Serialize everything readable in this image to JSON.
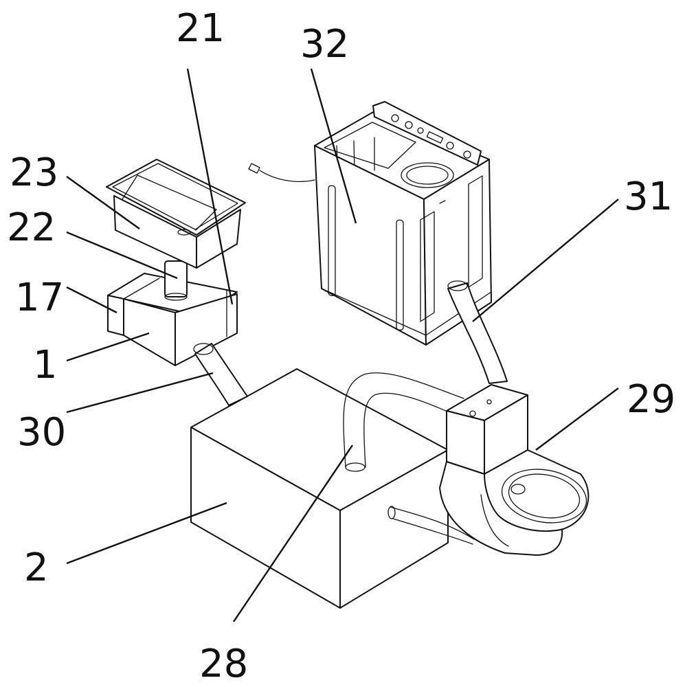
{
  "labels": {
    "l1": "1",
    "l2": "2",
    "l17": "17",
    "l21": "21",
    "l22": "22",
    "l23": "23",
    "l28": "28",
    "l29": "29",
    "l30": "30",
    "l31": "31",
    "l32": "32"
  },
  "line_color": "#111111",
  "background_color": "#ffffff"
}
